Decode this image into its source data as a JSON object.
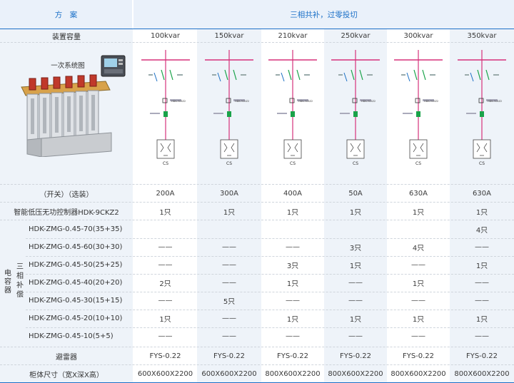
{
  "header": {
    "scheme_label": "方　案",
    "scheme_title": "三相共补，过零投切"
  },
  "rows_header": {
    "capacity_label": "装置容量",
    "capacities": [
      "100kvar",
      "150kvar",
      "210kvar",
      "250kvar",
      "300kvar",
      "350kvar"
    ]
  },
  "diagram": {
    "label": "一次系统图",
    "cs_label": "CS",
    "controller_label": "HDK-9CKZ2"
  },
  "switch_row": {
    "label": "（开关）（选装）",
    "values": [
      "200A",
      "300A",
      "400A",
      "50A",
      "630A",
      "630A"
    ]
  },
  "controller_row": {
    "label": "智能低压无功控制器HDK-9CKZ2",
    "values": [
      "1只",
      "1只",
      "1只",
      "1只",
      "1只",
      "1只"
    ]
  },
  "capacitor_group": {
    "label_outer": "电容器",
    "label_inner": "三相补偿",
    "rows": [
      {
        "label": "HDK-ZMG-0.45-70(35+35)",
        "values": [
          "",
          "",
          "",
          "",
          "",
          "4只"
        ]
      },
      {
        "label": "HDK-ZMG-0.45-60(30+30)",
        "values": [
          "——",
          "——",
          "——",
          "3只",
          "4只",
          "——"
        ]
      },
      {
        "label": "HDK-ZMG-0.45-50(25+25)",
        "values": [
          "——",
          "——",
          "3只",
          "1只",
          "——",
          "1只"
        ]
      },
      {
        "label": "HDK-ZMG-0.45-40(20+20)",
        "values": [
          "2只",
          "——",
          "1只",
          "——",
          "1只",
          "——"
        ]
      },
      {
        "label": "HDK-ZMG-0.45-30(15+15)",
        "values": [
          "——",
          "5只",
          "——",
          "——",
          "——",
          "——"
        ]
      },
      {
        "label": "HDK-ZMG-0.45-20(10+10)",
        "values": [
          "1只",
          "——",
          "1只",
          "1只",
          "1只",
          "1只"
        ]
      },
      {
        "label": "HDK-ZMG-0.45-10(5+5)",
        "values": [
          "——",
          "——",
          "——",
          "——",
          "——",
          "——"
        ]
      }
    ]
  },
  "arrester_row": {
    "label": "避雷器",
    "values": [
      "FYS-0.22",
      "FYS-0.22",
      "FYS-0.22",
      "FYS-0.22",
      "FYS-0.22",
      "FYS-0.22"
    ]
  },
  "cabinet_row": {
    "label": "柜体尺寸（宽X深X高）",
    "values": [
      "600X600X2200",
      "600X600X2200",
      "800X600X2200",
      "800X600X2200",
      "800X600X2200",
      "800X600X2200"
    ]
  },
  "colors": {
    "accent_blue": "#1e72c8",
    "header_bg": "#eaf1fa",
    "shade_bg": "#eef3f9",
    "bus_pink": "#d6317a",
    "switch_green": "#1aa34a"
  }
}
